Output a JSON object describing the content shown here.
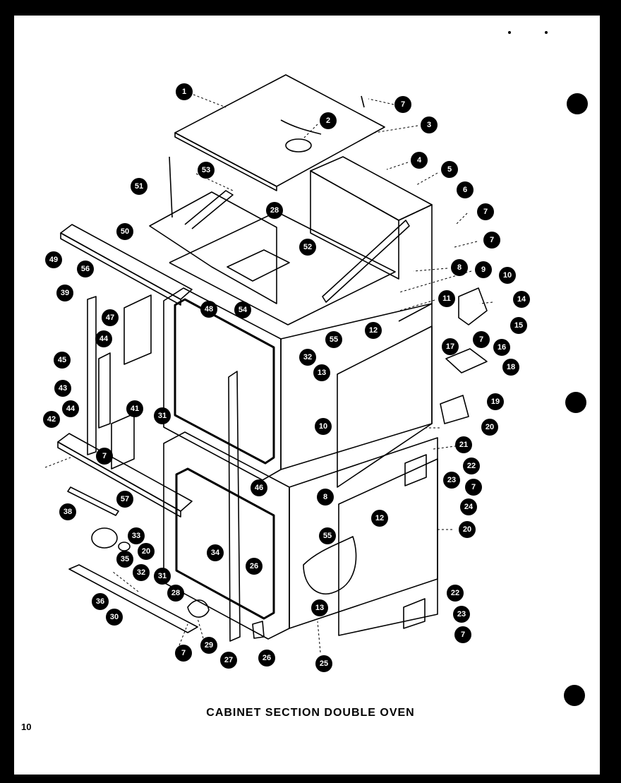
{
  "title": "CABINET SECTION DOUBLE OVEN",
  "page_number": "10",
  "callouts": [
    {
      "label": "1"
    },
    {
      "label": "2"
    },
    {
      "label": "3"
    },
    {
      "label": "7"
    },
    {
      "label": "4"
    },
    {
      "label": "5"
    },
    {
      "label": "6"
    },
    {
      "label": "7"
    },
    {
      "label": "7"
    },
    {
      "label": "8"
    },
    {
      "label": "9"
    },
    {
      "label": "10"
    },
    {
      "label": "14"
    },
    {
      "label": "11"
    },
    {
      "label": "15"
    },
    {
      "label": "7"
    },
    {
      "label": "16"
    },
    {
      "label": "17"
    },
    {
      "label": "18"
    },
    {
      "label": "19"
    },
    {
      "label": "20"
    },
    {
      "label": "21"
    },
    {
      "label": "22"
    },
    {
      "label": "23"
    },
    {
      "label": "7"
    },
    {
      "label": "24"
    },
    {
      "label": "20"
    },
    {
      "label": "12"
    },
    {
      "label": "12"
    },
    {
      "label": "13"
    },
    {
      "label": "10"
    },
    {
      "label": "55"
    },
    {
      "label": "32"
    },
    {
      "label": "55"
    },
    {
      "label": "54"
    },
    {
      "label": "52"
    },
    {
      "label": "28"
    },
    {
      "label": "53"
    },
    {
      "label": "51"
    },
    {
      "label": "50"
    },
    {
      "label": "49"
    },
    {
      "label": "56"
    },
    {
      "label": "39"
    },
    {
      "label": "48"
    },
    {
      "label": "47"
    },
    {
      "label": "44"
    },
    {
      "label": "45"
    },
    {
      "label": "43"
    },
    {
      "label": "44"
    },
    {
      "label": "42"
    },
    {
      "label": "41"
    },
    {
      "label": "31"
    },
    {
      "label": "7"
    },
    {
      "label": "38"
    },
    {
      "label": "57"
    },
    {
      "label": "33"
    },
    {
      "label": "35"
    },
    {
      "label": "20"
    },
    {
      "label": "32"
    },
    {
      "label": "31"
    },
    {
      "label": "28"
    },
    {
      "label": "34"
    },
    {
      "label": "26"
    },
    {
      "label": "46"
    },
    {
      "label": "8"
    },
    {
      "label": "36"
    },
    {
      "label": "30"
    },
    {
      "label": "7"
    },
    {
      "label": "29"
    },
    {
      "label": "27"
    },
    {
      "label": "26"
    },
    {
      "label": "25"
    },
    {
      "label": "13"
    },
    {
      "label": "22"
    },
    {
      "label": "23"
    },
    {
      "label": "7"
    }
  ]
}
